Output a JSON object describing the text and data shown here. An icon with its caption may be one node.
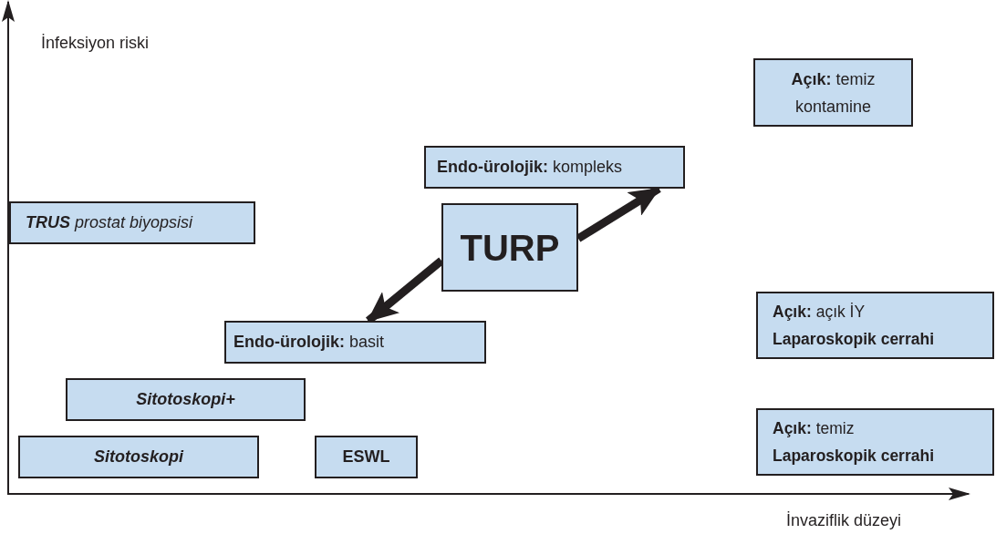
{
  "diagram": {
    "nodes": [
      {
        "text": [
          "**Açık:** temiz kontamine"
        ]
      },
      {
        "text": [
          "**Endo-ürolojik:** kompleks"
        ]
      },
      {
        "text": [
          "**TRUS** prostat biyopsisi"
        ]
      },
      {
        "text": [
          "TURP"
        ]
      },
      {
        "text": [
          "**Açık:** açık İY",
          "Laparoskopik cerrahi"
        ]
      },
      {
        "text": [
          "**Endo-ürolojik:** basit"
        ]
      },
      {
        "text": [
          "Sitotoskopi+"
        ]
      },
      {
        "text": [
          "**Açık:** temiz",
          "Laparoskopik cerrahi"
        ]
      },
      {
        "text": [
          "Sitotoskopi"
        ]
      },
      {
        "text": [
          "ESWL"
        ]
      }
    ],
    "edges": [
      {
        "from": 3,
        "to": 1,
        "arrow": "to"
      },
      {
        "from": 3,
        "to": 5,
        "arrow": "to"
      }
    ],
    "labels": [
      "İnfeksiyon riski",
      "İnvaziflik düzeyi"
    ]
  }
}
